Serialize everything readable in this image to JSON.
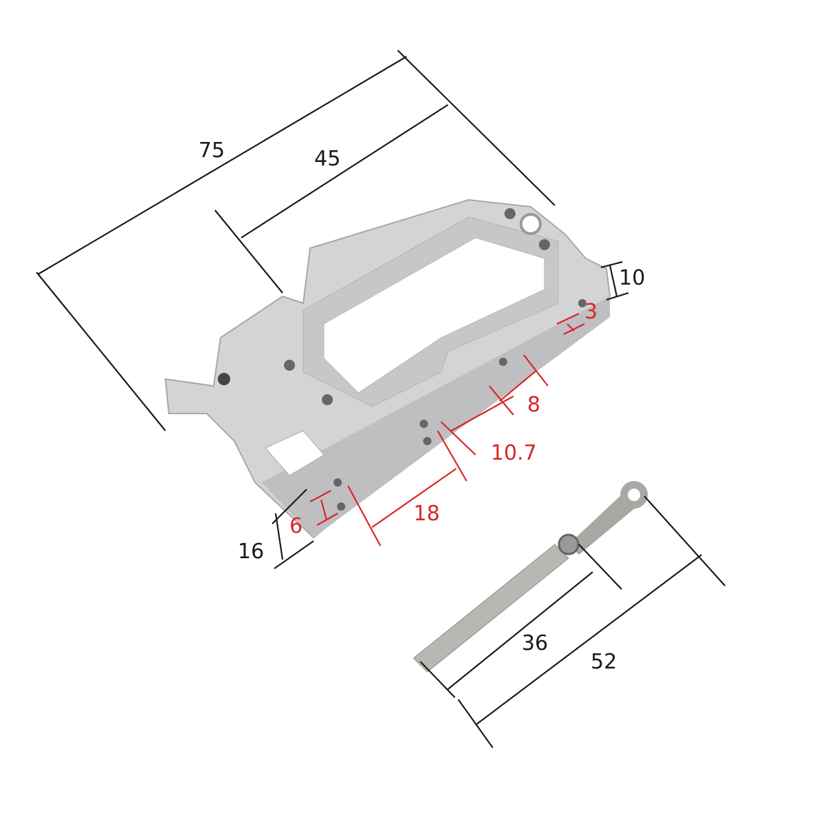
{
  "dimensions": {
    "bracket_length": "75",
    "frame_length": "45",
    "height_top": "10",
    "hole_top": "3",
    "spacing_a": "8",
    "spacing_b": "10.7",
    "spacing_c": "18",
    "hole_side": "6",
    "height_side": "16",
    "rod_short": "36",
    "rod_long": "52"
  },
  "colors": {
    "line": "#1a1a1a",
    "accent": "#d8262a",
    "metal": "#d4d4d6"
  }
}
